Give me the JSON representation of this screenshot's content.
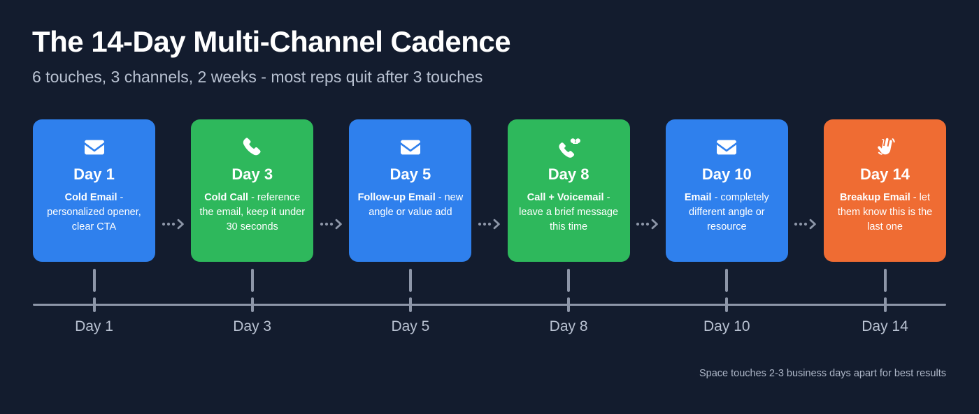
{
  "header": {
    "title": "The 14-Day Multi-Channel Cadence",
    "subtitle": "6 touches, 3 channels, 2 weeks - most reps quit after 3 touches"
  },
  "colors": {
    "background": "#131c2e",
    "blue": "#2f80ed",
    "green": "#2eb85c",
    "orange": "#ef6c33",
    "axis": "#8d96a8",
    "muted_text": "#b9c2d2"
  },
  "steps": [
    {
      "day": "Day 1",
      "icon": "envelope-icon",
      "color": "blue",
      "desc_bold": "Cold Email",
      "desc_rest": " - personalized opener, clear CTA",
      "axis_label": "Day 1"
    },
    {
      "day": "Day 3",
      "icon": "phone-icon",
      "color": "green",
      "desc_bold": "Cold Call",
      "desc_rest": " - reference the email, keep it under 30 seconds",
      "axis_label": "Day 3"
    },
    {
      "day": "Day 5",
      "icon": "envelope-icon",
      "color": "blue",
      "desc_bold": "Follow-up Email",
      "desc_rest": " - new angle or value add",
      "axis_label": "Day 5"
    },
    {
      "day": "Day 8",
      "icon": "voicemail-icon",
      "color": "green",
      "desc_bold": "Call + Voicemail",
      "desc_rest": " - leave a brief message this time",
      "axis_label": "Day 8"
    },
    {
      "day": "Day 10",
      "icon": "envelope-icon",
      "color": "blue",
      "desc_bold": "Email",
      "desc_rest": " - completely different angle or resource",
      "axis_label": "Day 10"
    },
    {
      "day": "Day 14",
      "icon": "waving-hand-icon",
      "color": "orange",
      "desc_bold": "Breakup Email",
      "desc_rest": " - let them know this is the last one",
      "axis_label": "Day 14"
    }
  ],
  "connector": {
    "icon": "dotted-arrow-icon",
    "count": 5
  },
  "footnote": "Space touches 2-3 business days apart for best results"
}
